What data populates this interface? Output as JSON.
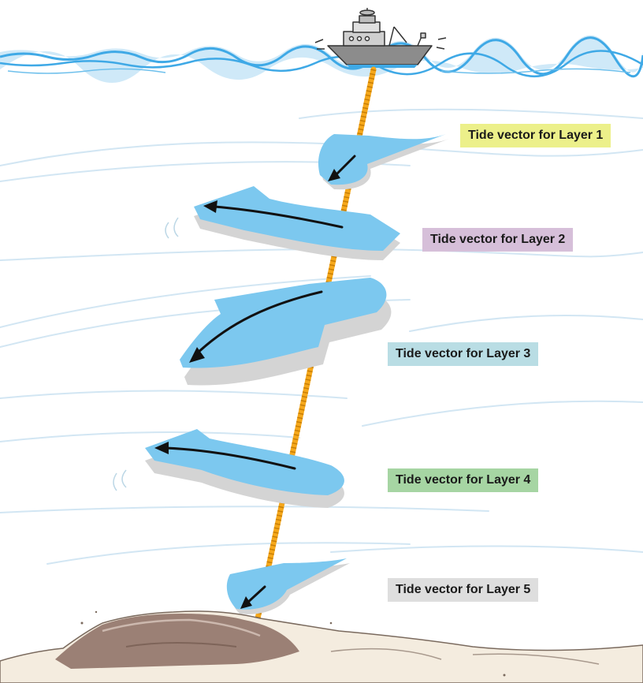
{
  "labels": [
    {
      "text": "Tide vector for Layer 1",
      "color": "#ecf08a"
    },
    {
      "text": "Tide vector for Layer 2",
      "color": "#d6bfd9"
    },
    {
      "text": "Tide vector for Layer 3",
      "color": "#b9dde4"
    },
    {
      "text": "Tide vector for Layer 4",
      "color": "#a6d5a3"
    },
    {
      "text": "Tide vector for Layer 5",
      "color": "#dedede"
    }
  ],
  "colors": {
    "water_surface": "#3fa9e6",
    "current_arrow": "#7cc8ef",
    "arrow_shadow": "#d4d4d4",
    "cable": "#f6a81b",
    "seabed": "#9b8075",
    "ship_hull": "#8c8c8c"
  }
}
